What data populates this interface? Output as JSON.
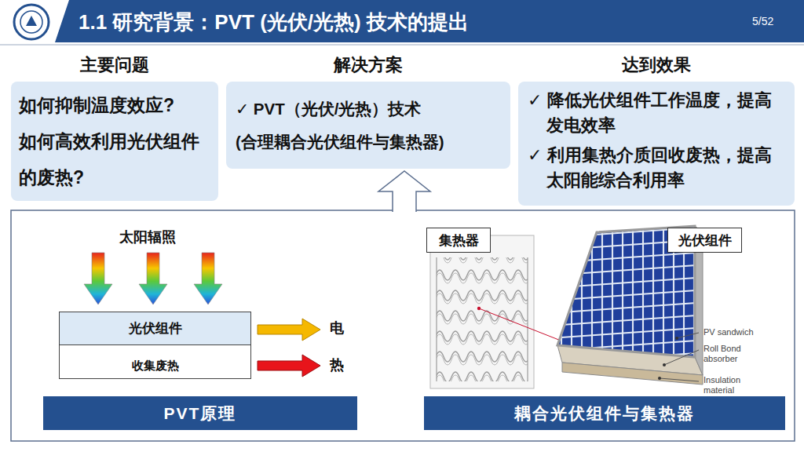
{
  "diagram": {
    "title": "1.1 研究背景：PVT (光伏/光热) 技术的提出",
    "nodes": [
      {
        "text": [
          "主要问题",
          "如何抑制温度效应?",
          "如何高效利用光伏组件的废热?"
        ]
      },
      {
        "text": [
          "解决方案",
          "✓ PVT（光伏/光热）技术",
          "(合理耦合光伏组件与集热器)"
        ]
      },
      {
        "text": [
          "达到效果",
          "✓ 降低光伏组件工作温度，提高发电效率",
          "✓ 利用集热介质回收废热，提高太阳能综合利用率"
        ]
      },
      {
        "text": [
          "光伏组件"
        ]
      },
      {
        "text": [
          "收集废热"
        ]
      },
      {
        "text": [
          "集热器"
        ]
      },
      {
        "text": [
          "光伏组件"
        ]
      },
      {
        "text": [
          "PVT原理"
        ]
      },
      {
        "text": [
          "耦合光伏组件与集热器"
        ]
      }
    ],
    "labels": [
      "5/52",
      "太阳辐照",
      "电",
      "热",
      "PV sandwich",
      "Roll Bond absorber",
      "Insulation material"
    ]
  }
}
